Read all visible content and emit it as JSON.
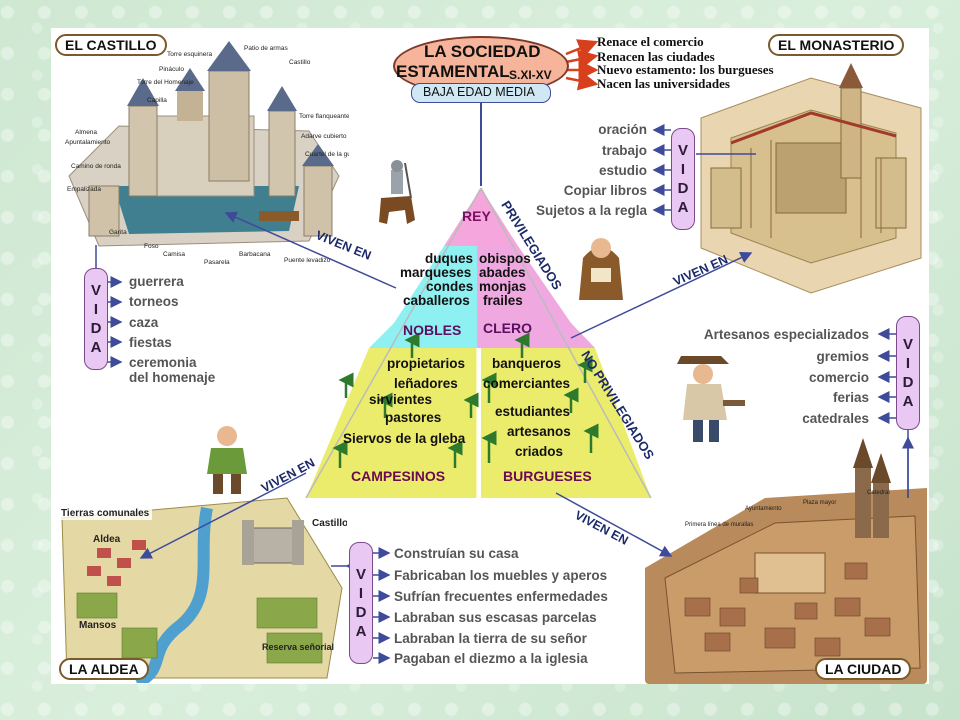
{
  "title": {
    "line1": "LA SOCIEDAD",
    "line2": "ESTAMENTAL",
    "period": "S.XI-XV",
    "subtitle": "BAJA EDAD MEDIA"
  },
  "changes": [
    "Renace el comercio",
    "Renacen las ciudades",
    "Nuevo estamento: los burgueses",
    "Nacen las universidades"
  ],
  "places": {
    "castillo": "EL CASTILLO",
    "monasterio": "EL MONASTERIO",
    "aldea": "LA  ALDEA",
    "ciudad": "LA CIUDAD"
  },
  "castle_labels": [
    "Torre esquinera",
    "Patio de armas",
    "Castillo",
    "Pináculo",
    "Torre del Homenaje",
    "Capilla",
    "Almena",
    "Apuntalamiento",
    "Camino de ronda",
    "Empalizada",
    "Garita",
    "Foso",
    "Camisa",
    "Pasarela",
    "Barbacana",
    "Puente levadizo",
    "Torre flanqueante",
    "Adarve cubierto",
    "Cuartel de la guardia"
  ],
  "village_labels": [
    "Tierras comunales",
    "Aldea",
    "Castillo",
    "Mansos",
    "Reserva señorial"
  ],
  "vida_letters": [
    "V",
    "I",
    "D",
    "A"
  ],
  "vida_nobles": [
    "guerrera",
    "torneos",
    "caza",
    "fiestas",
    "ceremonia",
    "del homenaje"
  ],
  "vida_clero": [
    "oración",
    "trabajo",
    "estudio",
    "Copiar libros",
    "Sujetos a la regla"
  ],
  "vida_burgueses": [
    "Artesanos especializados",
    "gremios",
    "comercio",
    "ferias",
    "catedrales"
  ],
  "vida_campesinos": [
    "Construían su casa",
    "Fabricaban los muebles y aperos",
    "Sufrían frecuentes enfermedades",
    "Labraban sus escasas parcelas",
    "Labraban la tierra de su señor",
    "Pagaban el diezmo a la iglesia"
  ],
  "viven_en": "VIVEN EN",
  "privilegiados": "PRIVILEGIADOS",
  "no_privilegiados": "NO PRIVILEGIADOS",
  "pyramid": {
    "rey": "REY",
    "nobles_members": [
      "duques",
      "marqueses",
      "condes",
      "caballeros"
    ],
    "nobles": "NOBLES",
    "clero_members": [
      "obispos",
      "abades",
      "monjas",
      "frailes"
    ],
    "clero": "CLERO",
    "campesinos_members": [
      "propietarios",
      "leñadores",
      "sirvientes",
      "pastores",
      "Siervos de la gleba"
    ],
    "campesinos": "CAMPESINOS",
    "burgueses_members": [
      "banqueros",
      "comerciantes",
      "estudiantes",
      "artesanos",
      "criados"
    ],
    "burgueses": "BURGUESES"
  },
  "colors": {
    "king": "#f5a6dc",
    "cyan": "#8ff0f2",
    "pink": "#f0a9e0",
    "yellow": "#ecec6c",
    "arrow_blue": "#3e4a9a",
    "arrow_red": "#d8401d"
  }
}
